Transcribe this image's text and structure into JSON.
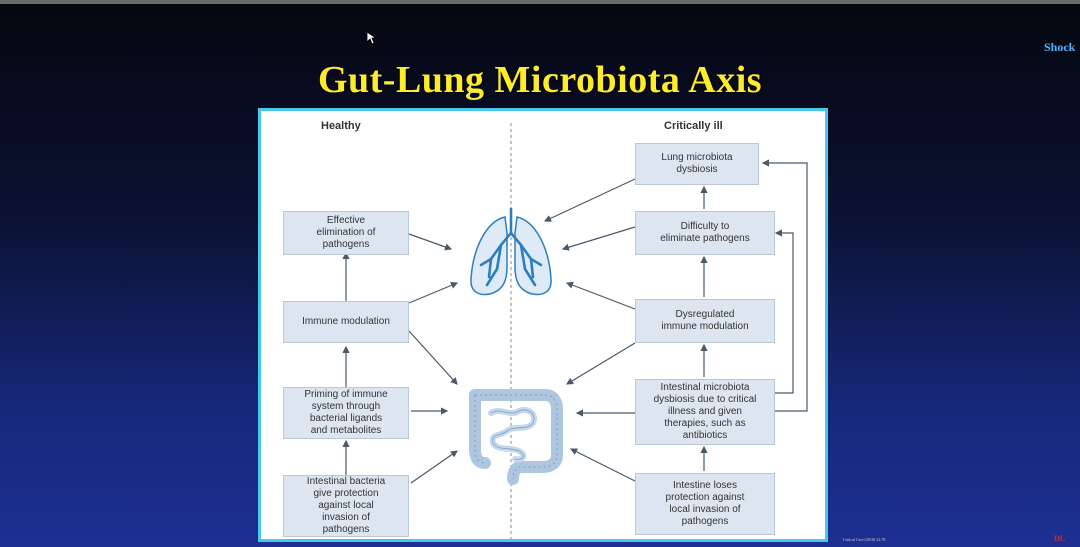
{
  "slide": {
    "title": "Gut-Lung Microbiota Axis",
    "corner_label": "Shock",
    "citation": "Critical Care (2018) 22:78",
    "initials": "DL"
  },
  "diagram": {
    "healthy_heading": "Healthy",
    "ill_heading": "Critically ill",
    "healthy_boxes": [
      "Effective\nelimination of\npathogens",
      "Immune modulation",
      "Priming of immune\nsystem through\nbacterial ligands\nand metabolites",
      "Intestinal bacteria\ngive protection\nagainst local\ninvasion of\npathogens"
    ],
    "ill_boxes": [
      "Lung microbiota\ndysbiosis",
      "Difficulty to\neliminate pathogens",
      "Dysregulated\nimmune modulation",
      "Intestinal microbiota\ndysbiosis due to critical\nillness and given\ntherapies, such as\nantibiotics",
      "Intestine loses\nprotection against\nlocal invasion of\npathogens"
    ],
    "colors": {
      "border": "#49c8ee",
      "box": "#dde6f0",
      "organ": "#2c7fbf",
      "title": "#ffeb2a"
    },
    "icons": [
      "lungs-icon",
      "intestine-icon"
    ]
  }
}
